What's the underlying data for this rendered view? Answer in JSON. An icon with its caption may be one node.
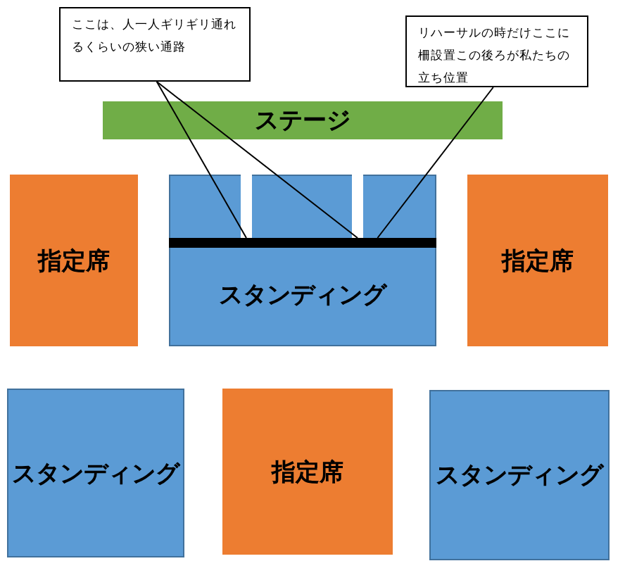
{
  "diagram": {
    "nodes": [
      {
        "text": [
          "ここは、人一人ギリギリ通れるくらいの狭い通路"
        ]
      },
      {
        "text": [
          "リハーサルの時だけここに柵設置この後ろが私たちの立ち位置"
        ]
      },
      {
        "text": [
          "ステージ"
        ]
      },
      {
        "text": [
          "指定席"
        ]
      },
      {
        "text": [
          "スタンディング"
        ]
      },
      {
        "text": [],
        "shape": "box",
        "in": 4
      },
      {
        "text": [],
        "shape": "box",
        "in": 4
      },
      {
        "text": [],
        "shape": "bar",
        "in": 4
      },
      {
        "text": [
          "指定席"
        ]
      },
      {
        "text": [
          "スタンディング"
        ]
      },
      {
        "text": [
          "指定席"
        ]
      },
      {
        "text": [
          "スタンディング"
        ]
      }
    ],
    "edges": [
      {
        "from": 0,
        "to": 5,
        "arrow": "none"
      },
      {
        "from": 0,
        "to": 6,
        "arrow": "none"
      },
      {
        "from": 1,
        "to": 7,
        "arrow": "none"
      }
    ]
  }
}
